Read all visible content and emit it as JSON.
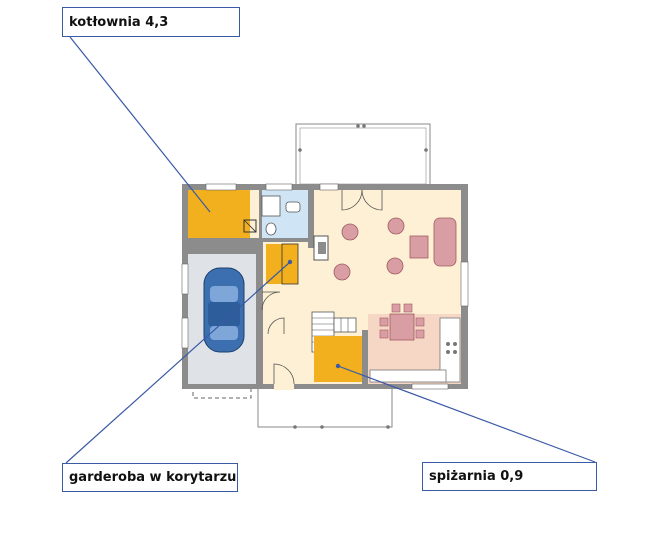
{
  "callouts": {
    "boiler_room": "kotłownia 4,3",
    "hall_wardrobe": "garderoba w korytarzu",
    "pantry": "spiżarnia 0,9"
  },
  "colors": {
    "wall": "#8c8c8c",
    "floor": "#fdf0d4",
    "garage": "#dfe3e8",
    "highlight": "#f2b01e",
    "bathroom": "#cfe4f4",
    "kitchen": "#f6d6c4",
    "furniture": "#d99ea4",
    "car": "#3b6fb0",
    "leader": "#3a5aa6"
  }
}
